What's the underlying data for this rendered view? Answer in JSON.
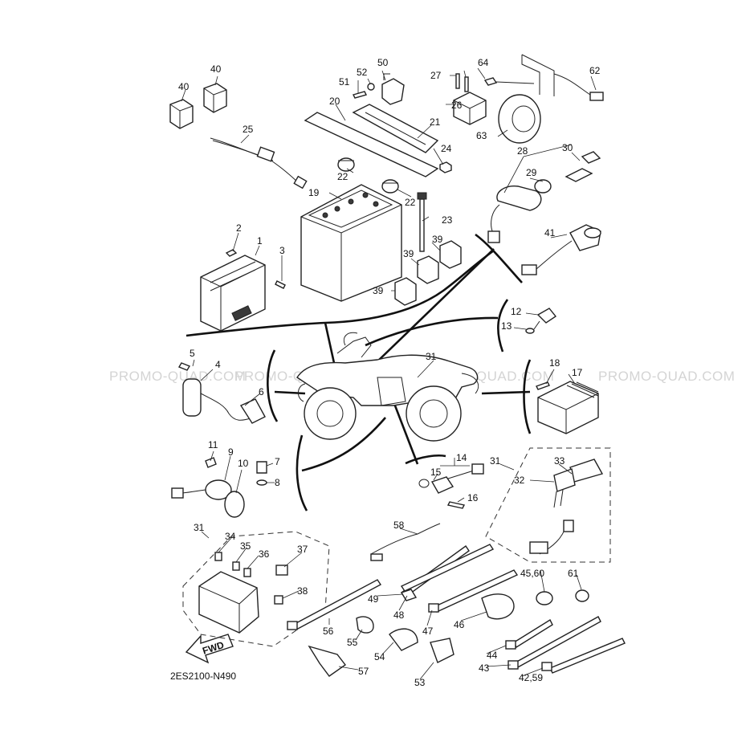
{
  "watermark": "PROMO-QUAD.COM",
  "diagram_code": "2ES2100-N490",
  "fwd_label": "FWD",
  "part_labels": {
    "p1": "1",
    "p2": "2",
    "p3": "3",
    "p4": "4",
    "p5": "5",
    "p6": "6",
    "p7": "7",
    "p8": "8",
    "p9": "9",
    "p10": "10",
    "p11": "11",
    "p12": "12",
    "p13": "13",
    "p14": "14",
    "p15": "15",
    "p16": "16",
    "p17": "17",
    "p18": "18",
    "p19": "19",
    "p20": "20",
    "p21": "21",
    "p22a": "22",
    "p22b": "22",
    "p23": "23",
    "p24": "24",
    "p25": "25",
    "p26": "26",
    "p27": "27",
    "p28": "28",
    "p29": "29",
    "p30": "30",
    "p31a": "31",
    "p31b": "31",
    "p31c": "31",
    "p32": "32",
    "p33": "33",
    "p34": "34",
    "p35": "35",
    "p36": "36",
    "p37": "37",
    "p38": "38",
    "p39a": "39",
    "p39b": "39",
    "p39c": "39",
    "p40a": "40",
    "p40b": "40",
    "p41": "41",
    "p42": "42,59",
    "p43": "43",
    "p44": "44",
    "p45": "45,60",
    "p46": "46",
    "p47": "47",
    "p48": "48",
    "p49": "49",
    "p50": "50",
    "p51": "51",
    "p52": "52",
    "p53": "53",
    "p54": "54",
    "p55": "55",
    "p56": "56",
    "p57": "57",
    "p58": "58",
    "p61": "61",
    "p62": "62",
    "p63": "63",
    "p64": "64"
  }
}
